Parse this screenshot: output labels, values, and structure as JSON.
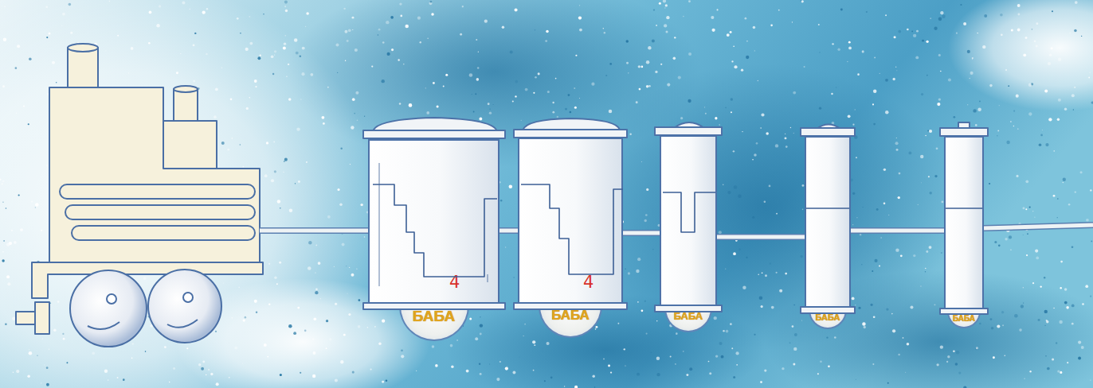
{
  "diagram": {
    "nodes": [
      {
        "text": [
          "4",
          "БАБА"
        ]
      },
      {
        "text": [
          "4",
          "БАБА"
        ]
      },
      {
        "text": [
          "БАБА"
        ]
      },
      {
        "text": [
          "БАБА"
        ]
      },
      {
        "text": [
          "БАБА"
        ]
      }
    ],
    "edges": [
      {
        "from": 0,
        "to": 1,
        "arrow": "none"
      },
      {
        "from": 1,
        "to": 2,
        "arrow": "none"
      },
      {
        "from": 2,
        "to": 3,
        "arrow": "none"
      },
      {
        "from": 3,
        "to": 4,
        "arrow": "none"
      }
    ]
  }
}
